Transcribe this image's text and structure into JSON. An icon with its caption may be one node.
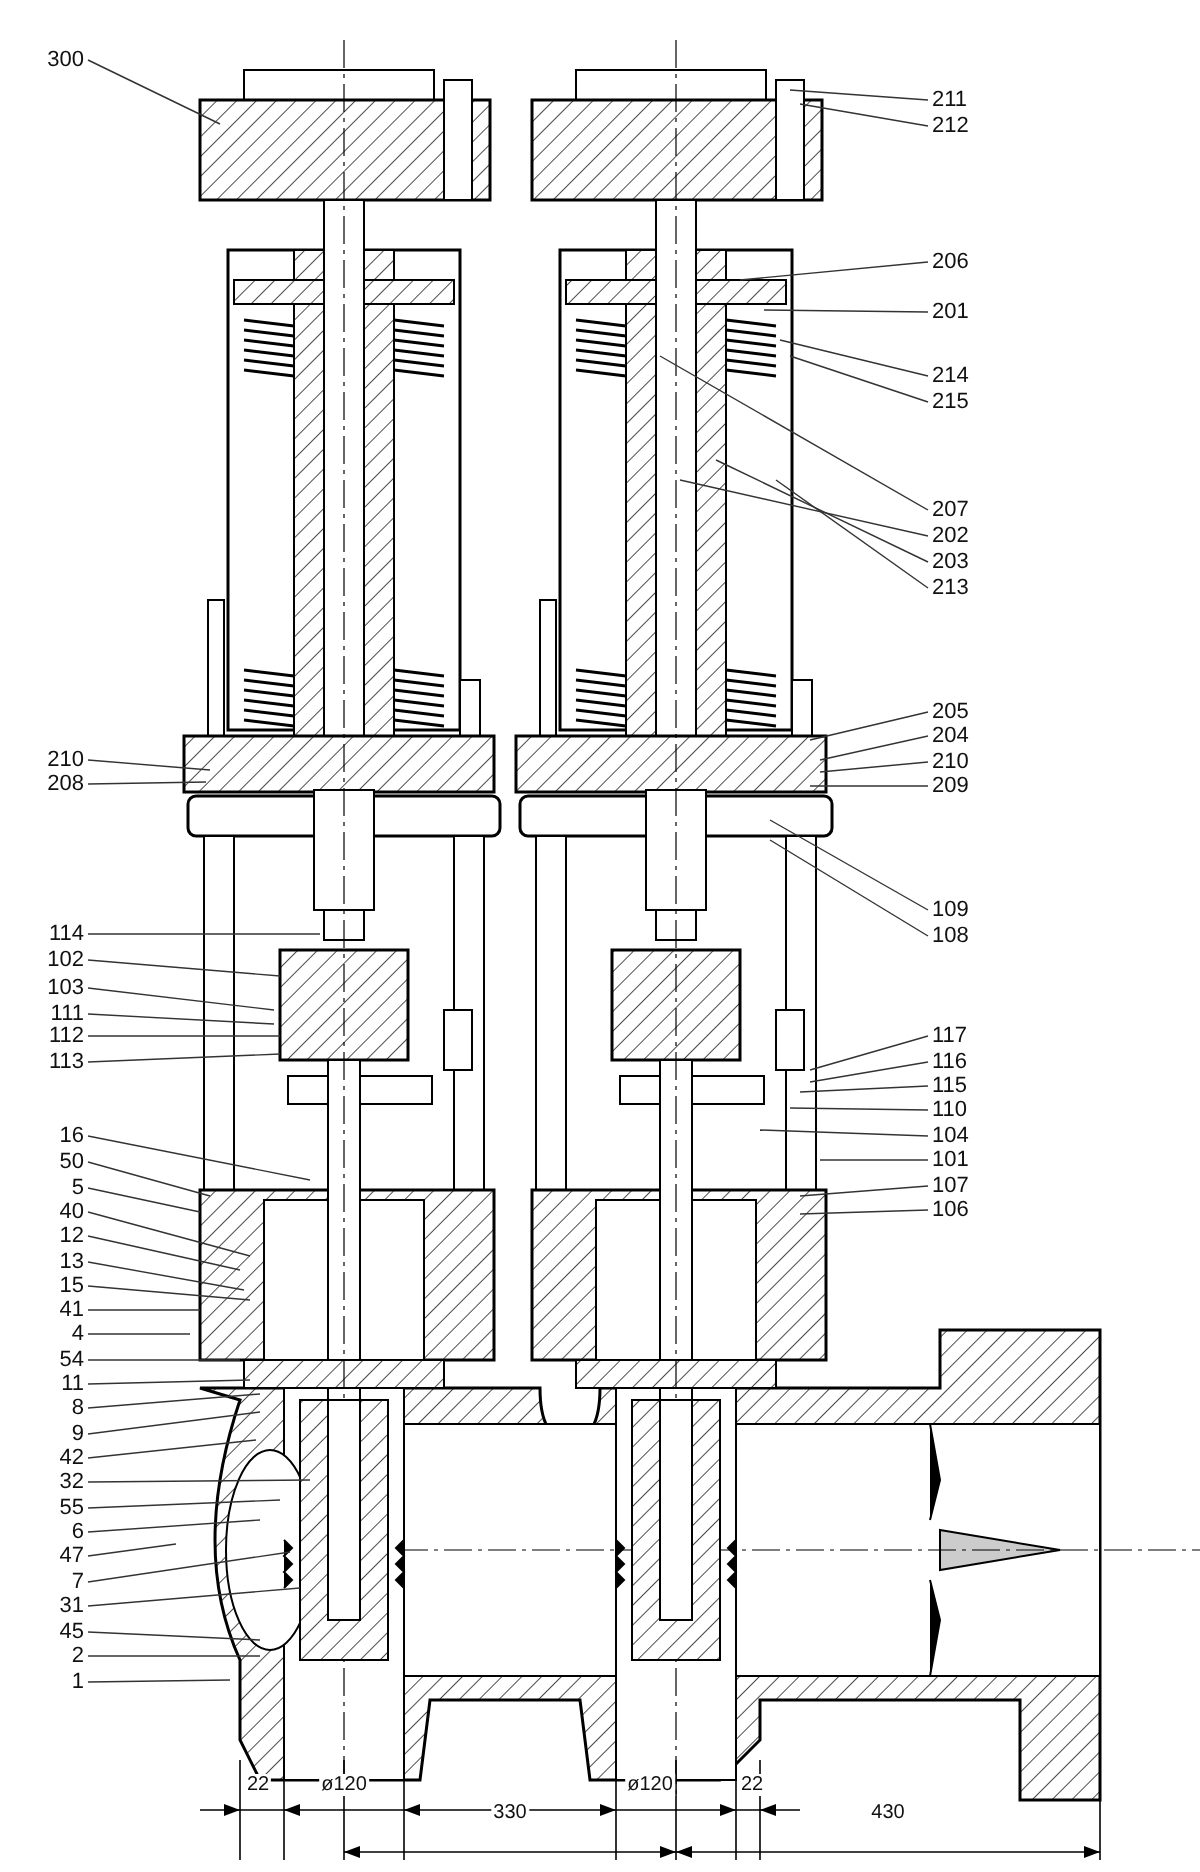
{
  "diagram": {
    "nodes": [
      {
        "text": [
          "300"
        ]
      },
      {
        "text": [
          "210"
        ]
      },
      {
        "text": [
          "208"
        ]
      },
      {
        "text": [
          "114"
        ]
      },
      {
        "text": [
          "102"
        ]
      },
      {
        "text": [
          "103"
        ]
      },
      {
        "text": [
          "111"
        ]
      },
      {
        "text": [
          "112"
        ]
      },
      {
        "text": [
          "113"
        ]
      },
      {
        "text": [
          "16"
        ]
      },
      {
        "text": [
          "50"
        ]
      },
      {
        "text": [
          "5"
        ]
      },
      {
        "text": [
          "40"
        ]
      },
      {
        "text": [
          "12"
        ]
      },
      {
        "text": [
          "13"
        ]
      },
      {
        "text": [
          "15"
        ]
      },
      {
        "text": [
          "41"
        ]
      },
      {
        "text": [
          "4"
        ]
      },
      {
        "text": [
          "54"
        ]
      },
      {
        "text": [
          "11"
        ]
      },
      {
        "text": [
          "8"
        ]
      },
      {
        "text": [
          "9"
        ]
      },
      {
        "text": [
          "42"
        ]
      },
      {
        "text": [
          "32"
        ]
      },
      {
        "text": [
          "55"
        ]
      },
      {
        "text": [
          "6"
        ]
      },
      {
        "text": [
          "47"
        ]
      },
      {
        "text": [
          "7"
        ]
      },
      {
        "text": [
          "31"
        ]
      },
      {
        "text": [
          "45"
        ]
      },
      {
        "text": [
          "2"
        ]
      },
      {
        "text": [
          "1"
        ]
      },
      {
        "text": [
          "211"
        ]
      },
      {
        "text": [
          "212"
        ]
      },
      {
        "text": [
          "206"
        ]
      },
      {
        "text": [
          "201"
        ]
      },
      {
        "text": [
          "214"
        ]
      },
      {
        "text": [
          "215"
        ]
      },
      {
        "text": [
          "207"
        ]
      },
      {
        "text": [
          "202"
        ]
      },
      {
        "text": [
          "203"
        ]
      },
      {
        "text": [
          "213"
        ]
      },
      {
        "text": [
          "205"
        ]
      },
      {
        "text": [
          "204"
        ]
      },
      {
        "text": [
          "210"
        ]
      },
      {
        "text": [
          "209"
        ]
      },
      {
        "text": [
          "109"
        ]
      },
      {
        "text": [
          "108"
        ]
      },
      {
        "text": [
          "117"
        ]
      },
      {
        "text": [
          "116"
        ]
      },
      {
        "text": [
          "115"
        ]
      },
      {
        "text": [
          "110"
        ]
      },
      {
        "text": [
          "104"
        ]
      },
      {
        "text": [
          "101"
        ]
      },
      {
        "text": [
          "107"
        ]
      },
      {
        "text": [
          "106"
        ]
      }
    ],
    "edges": [
      {
        "from": 0,
        "to": null,
        "arrow": "none"
      },
      {
        "from": 1,
        "to": null,
        "arrow": "none"
      },
      {
        "from": 2,
        "to": null,
        "arrow": "none"
      },
      {
        "from": 3,
        "to": null,
        "arrow": "none"
      },
      {
        "from": 4,
        "to": null,
        "arrow": "none"
      },
      {
        "from": 5,
        "to": null,
        "arrow": "none"
      },
      {
        "from": 6,
        "to": null,
        "arrow": "none"
      },
      {
        "from": 7,
        "to": null,
        "arrow": "none"
      },
      {
        "from": 8,
        "to": null,
        "arrow": "none"
      },
      {
        "from": 9,
        "to": null,
        "arrow": "none"
      },
      {
        "from": 10,
        "to": null,
        "arrow": "none"
      },
      {
        "from": 11,
        "to": null,
        "arrow": "none"
      },
      {
        "from": 12,
        "to": null,
        "arrow": "none"
      },
      {
        "from": 13,
        "to": null,
        "arrow": "none"
      },
      {
        "from": 14,
        "to": null,
        "arrow": "none"
      },
      {
        "from": 15,
        "to": null,
        "arrow": "none"
      },
      {
        "from": 16,
        "to": null,
        "arrow": "none"
      },
      {
        "from": 17,
        "to": null,
        "arrow": "none"
      },
      {
        "from": 18,
        "to": null,
        "arrow": "none"
      },
      {
        "from": 19,
        "to": null,
        "arrow": "none"
      },
      {
        "from": 20,
        "to": null,
        "arrow": "none"
      },
      {
        "from": 21,
        "to": null,
        "arrow": "none"
      },
      {
        "from": 22,
        "to": null,
        "arrow": "none"
      },
      {
        "from": 23,
        "to": null,
        "arrow": "none"
      },
      {
        "from": 24,
        "to": null,
        "arrow": "none"
      },
      {
        "from": 25,
        "to": null,
        "arrow": "none"
      },
      {
        "from": 26,
        "to": null,
        "arrow": "none"
      },
      {
        "from": 27,
        "to": null,
        "arrow": "none"
      },
      {
        "from": 28,
        "to": null,
        "arrow": "none"
      },
      {
        "from": 29,
        "to": null,
        "arrow": "none"
      },
      {
        "from": 30,
        "to": null,
        "arrow": "none"
      },
      {
        "from": 31,
        "to": null,
        "arrow": "none"
      },
      {
        "from": 32,
        "to": null,
        "arrow": "none"
      },
      {
        "from": 33,
        "to": null,
        "arrow": "none"
      },
      {
        "from": 34,
        "to": null,
        "arrow": "none"
      },
      {
        "from": 35,
        "to": null,
        "arrow": "none"
      },
      {
        "from": 36,
        "to": null,
        "arrow": "none"
      },
      {
        "from": 37,
        "to": null,
        "arrow": "none"
      },
      {
        "from": 38,
        "to": null,
        "arrow": "none"
      },
      {
        "from": 39,
        "to": null,
        "arrow": "none"
      },
      {
        "from": 40,
        "to": null,
        "arrow": "none"
      },
      {
        "from": 41,
        "to": null,
        "arrow": "none"
      },
      {
        "from": 42,
        "to": null,
        "arrow": "none"
      },
      {
        "from": 43,
        "to": null,
        "arrow": "none"
      },
      {
        "from": 44,
        "to": null,
        "arrow": "none"
      },
      {
        "from": 45,
        "to": null,
        "arrow": "none"
      },
      {
        "from": 46,
        "to": null,
        "arrow": "none"
      },
      {
        "from": 47,
        "to": null,
        "arrow": "none"
      },
      {
        "from": 48,
        "to": null,
        "arrow": "none"
      },
      {
        "from": 49,
        "to": null,
        "arrow": "none"
      },
      {
        "from": 50,
        "to": null,
        "arrow": "none"
      },
      {
        "from": 51,
        "to": null,
        "arrow": "none"
      },
      {
        "from": 52,
        "to": null,
        "arrow": "none"
      },
      {
        "from": 53,
        "to": null,
        "arrow": "none"
      },
      {
        "from": 54,
        "to": null,
        "arrow": "none"
      },
      {
        "from": 55,
        "to": null,
        "arrow": "none"
      }
    ],
    "labels": [
      "22",
      "ø120",
      "330",
      "ø120",
      "22",
      "430"
    ]
  }
}
